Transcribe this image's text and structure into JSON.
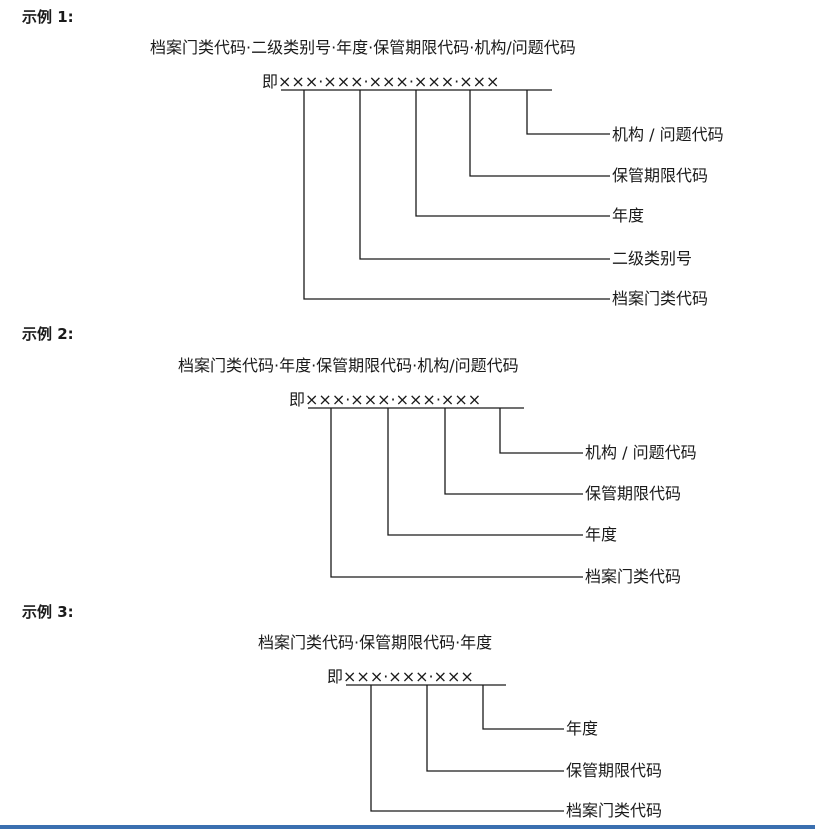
{
  "examples": [
    {
      "heading": "示例 1:",
      "formula": "档案门类代码·二级类别号·年度·保管期限代码·机构/问题代码",
      "code": "即×××·×××·×××·×××·×××",
      "labels": [
        "机构 / 问题代码",
        "保管期限代码",
        "年度",
        "二级类别号",
        "档案门类代码"
      ]
    },
    {
      "heading": "示例 2:",
      "formula": "档案门类代码·年度·保管期限代码·机构/问题代码",
      "code": "即×××·×××·×××·×××",
      "labels": [
        "机构 / 问题代码",
        "保管期限代码",
        "年度",
        "档案门类代码"
      ]
    },
    {
      "heading": "示例 3:",
      "formula": "档案门类代码·保管期限代码·年度",
      "code": "即×××·×××·×××",
      "labels": [
        "年度",
        "保管期限代码",
        "档案门类代码"
      ]
    }
  ],
  "colors": {
    "line": "#1a1a1a",
    "bottom_rule": "#3a6fb0"
  }
}
